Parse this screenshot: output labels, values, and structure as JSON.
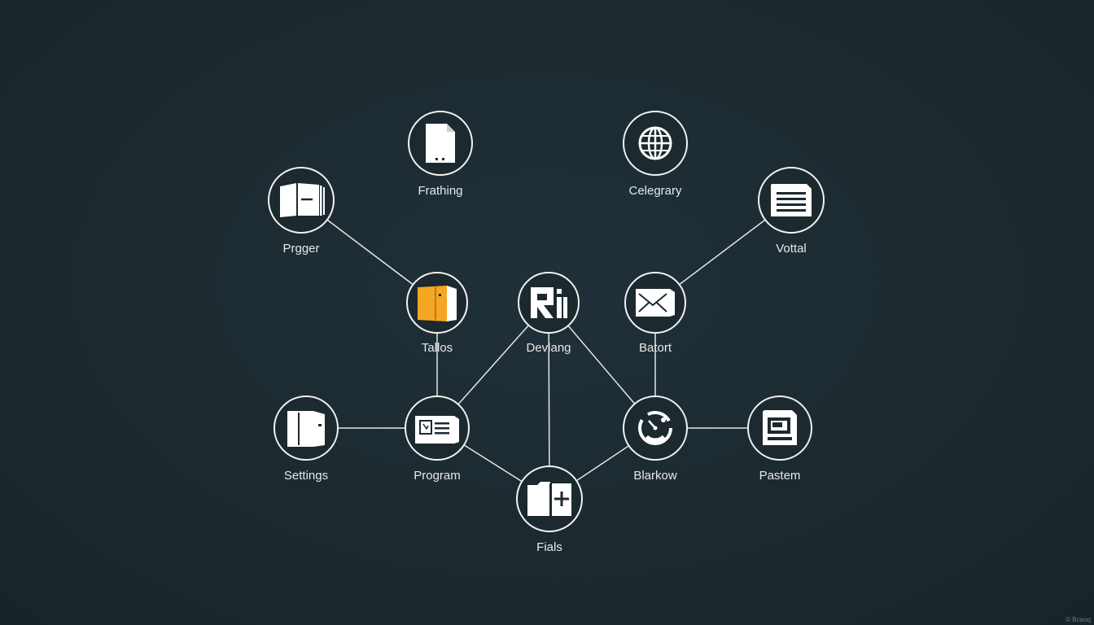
{
  "colors": {
    "background": "#1c2a2f",
    "line": "#e6e6e6",
    "accent": "#f5a623",
    "icon": "#ffffff"
  },
  "nodes": [
    {
      "id": "frathing",
      "label": "Frathing",
      "icon": "document-icon"
    },
    {
      "id": "celegrary",
      "label": "Celegrary",
      "icon": "globe-icon"
    },
    {
      "id": "prgger",
      "label": "Prgger",
      "icon": "book-icon"
    },
    {
      "id": "vottal",
      "label": "Vottal",
      "icon": "list-lines-icon"
    },
    {
      "id": "tallos",
      "label": "Tallos",
      "icon": "orange-box-icon"
    },
    {
      "id": "devlang",
      "label": "Devlang",
      "icon": "logo-ri-icon"
    },
    {
      "id": "batort",
      "label": "Batort",
      "icon": "envelope-icon"
    },
    {
      "id": "settings",
      "label": "Settings",
      "icon": "folder-box-icon"
    },
    {
      "id": "program",
      "label": "Program",
      "icon": "card-icon"
    },
    {
      "id": "blarkow",
      "label": "Blarkow",
      "icon": "dial-icon"
    },
    {
      "id": "pastem",
      "label": "Pastem",
      "icon": "frame-icon"
    },
    {
      "id": "fials",
      "label": "Fials",
      "icon": "folder-plus-icon"
    }
  ],
  "edges": [
    [
      "prgger",
      "tallos"
    ],
    [
      "tallos",
      "program"
    ],
    [
      "settings",
      "program"
    ],
    [
      "program",
      "devlang"
    ],
    [
      "program",
      "fials"
    ],
    [
      "devlang",
      "fials"
    ],
    [
      "devlang",
      "blarkow"
    ],
    [
      "fials",
      "blarkow"
    ],
    [
      "blarkow",
      "batort"
    ],
    [
      "blarkow",
      "pastem"
    ],
    [
      "batort",
      "vottal"
    ]
  ],
  "watermark": "© Bcaoq"
}
